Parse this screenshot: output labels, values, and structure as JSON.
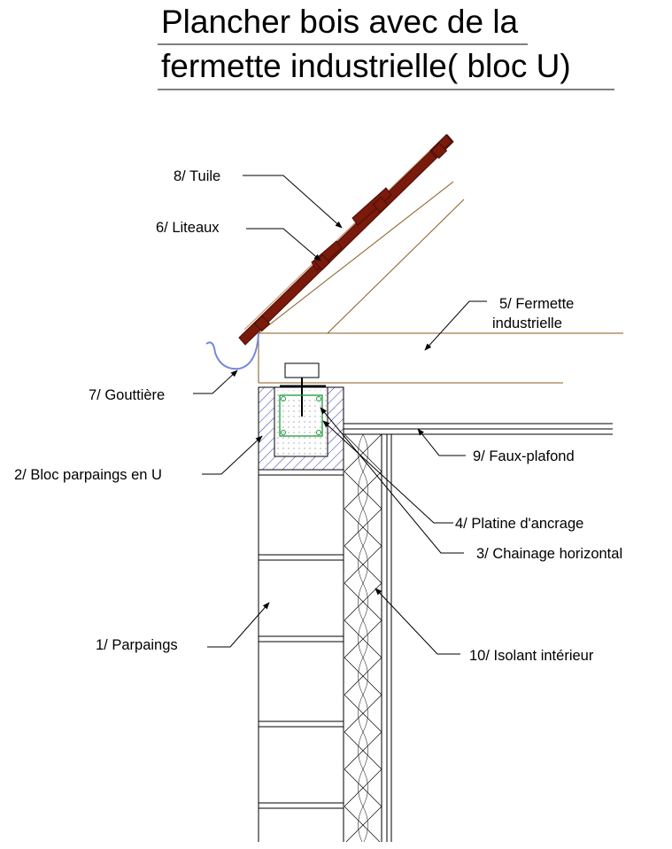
{
  "title": {
    "line1": "Plancher bois avec de la",
    "line2": "fermette industrielle( bloc U)"
  },
  "labels": {
    "tuile": "8/ Tuile",
    "liteaux": "6/ Liteaux",
    "fermette_1": "5/ Fermette",
    "fermette_2": "industrielle",
    "gouttiere": "7/ Gouttière",
    "bloc_u": "2/ Bloc parpaings en U",
    "faux_plafond": "9/ Faux-plafond",
    "platine": "4/ Platine d'ancrage",
    "chainage": "3/ Chainage horizontal",
    "parpaings": "1/ Parpaings",
    "isolant": "10/ Isolant intérieur"
  },
  "colors": {
    "tile": "#7a1a0c",
    "tile_dark": "#4a0e05",
    "timber": "#8a5a1e",
    "gutter": "#7788dd",
    "bloc_u_hatch": "#3333bb",
    "rebar": "#1a9a3a",
    "line": "#000000"
  }
}
